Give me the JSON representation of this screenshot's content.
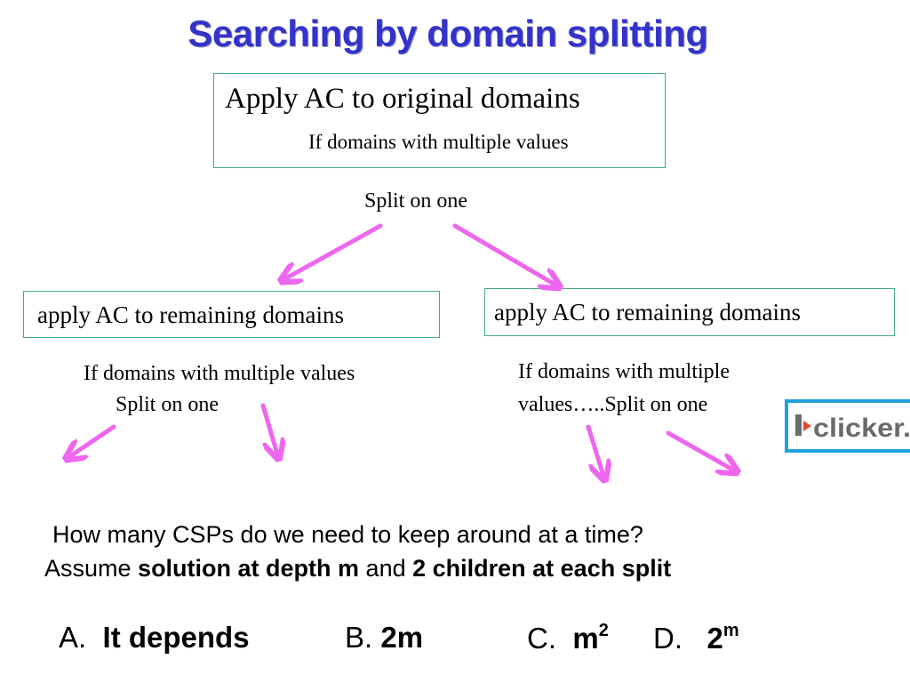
{
  "slide": {
    "title": "Searching by domain splitting",
    "root": {
      "main": "Apply AC to original domains",
      "sub": "If domains with multiple values"
    },
    "split_root": "Split on one",
    "left_branch": {
      "box": "apply AC to remaining domains",
      "sub_line1": "If domains with multiple values",
      "sub_line2": "Split on one"
    },
    "right_branch": {
      "box": "apply AC to remaining domains",
      "sub_line1": "If domains with multiple",
      "sub_line2": "values…..Split on one"
    },
    "logo_text": "i>clicker.",
    "question": {
      "line1": "How many CSPs do we need to keep around at a time?",
      "line2_prefix": "Assume ",
      "line2_bold1": "solution at depth m",
      "line2_mid": " and ",
      "line2_bold2": "2 children at each split"
    },
    "answers": {
      "a_letter": "A.",
      "a_text": "It depends",
      "b_letter": "B.",
      "b_text": "2m",
      "c_letter": "C.",
      "c_base": "m",
      "c_sup": "2",
      "d_letter": "D.",
      "d_base": "2",
      "d_sup": "m"
    },
    "colors": {
      "title": "#3333cc",
      "arrow": "#ee66ee",
      "box_border": "#46a88e",
      "logo_border": "#1fa2e0"
    }
  }
}
